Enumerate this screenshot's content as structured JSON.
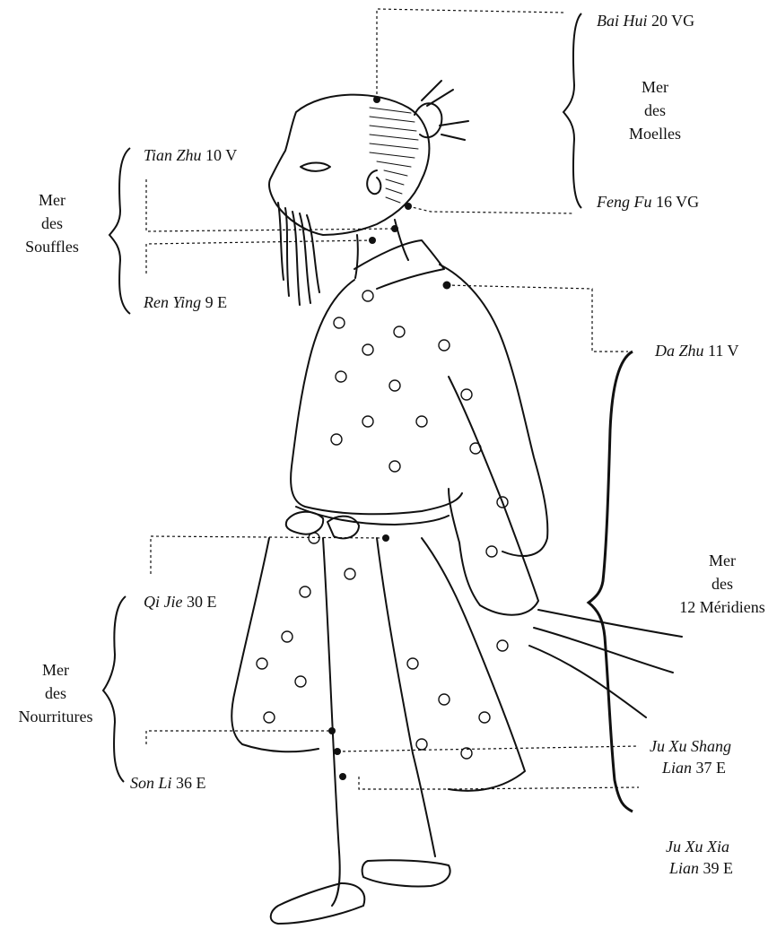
{
  "points": {
    "bai_hui": {
      "name": "Bai Hui",
      "code": "20 VG"
    },
    "feng_fu": {
      "name": "Feng Fu",
      "code": "16 VG"
    },
    "tian_zhu": {
      "name": "Tian Zhu",
      "code": "10 V"
    },
    "ren_ying": {
      "name": "Ren Ying",
      "code": "9 E"
    },
    "da_zhu": {
      "name": "Da Zhu",
      "code": "11 V"
    },
    "qi_jie": {
      "name": "Qi Jie",
      "code": "30 E"
    },
    "son_li": {
      "name": "Son Li",
      "code": "36 E"
    },
    "ju_xu_shang_lian": {
      "name_line1": "Ju Xu Shang",
      "name_line2": "Lian",
      "code": "37 E"
    },
    "ju_xu_xia_lian": {
      "name_line1": "Ju Xu Xia",
      "name_line2": "Lian",
      "code": "39 E"
    }
  },
  "groups": {
    "moelles": {
      "line1": "Mer",
      "line2": "des",
      "line3": "Moelles"
    },
    "souffles": {
      "line1": "Mer",
      "line2": "des",
      "line3": "Souffles"
    },
    "meridiens": {
      "line1": "Mer",
      "line2": "des",
      "line3": "12 Méridiens"
    },
    "nourritures": {
      "line1": "Mer",
      "line2": "des",
      "line3": "Nourritures"
    }
  }
}
